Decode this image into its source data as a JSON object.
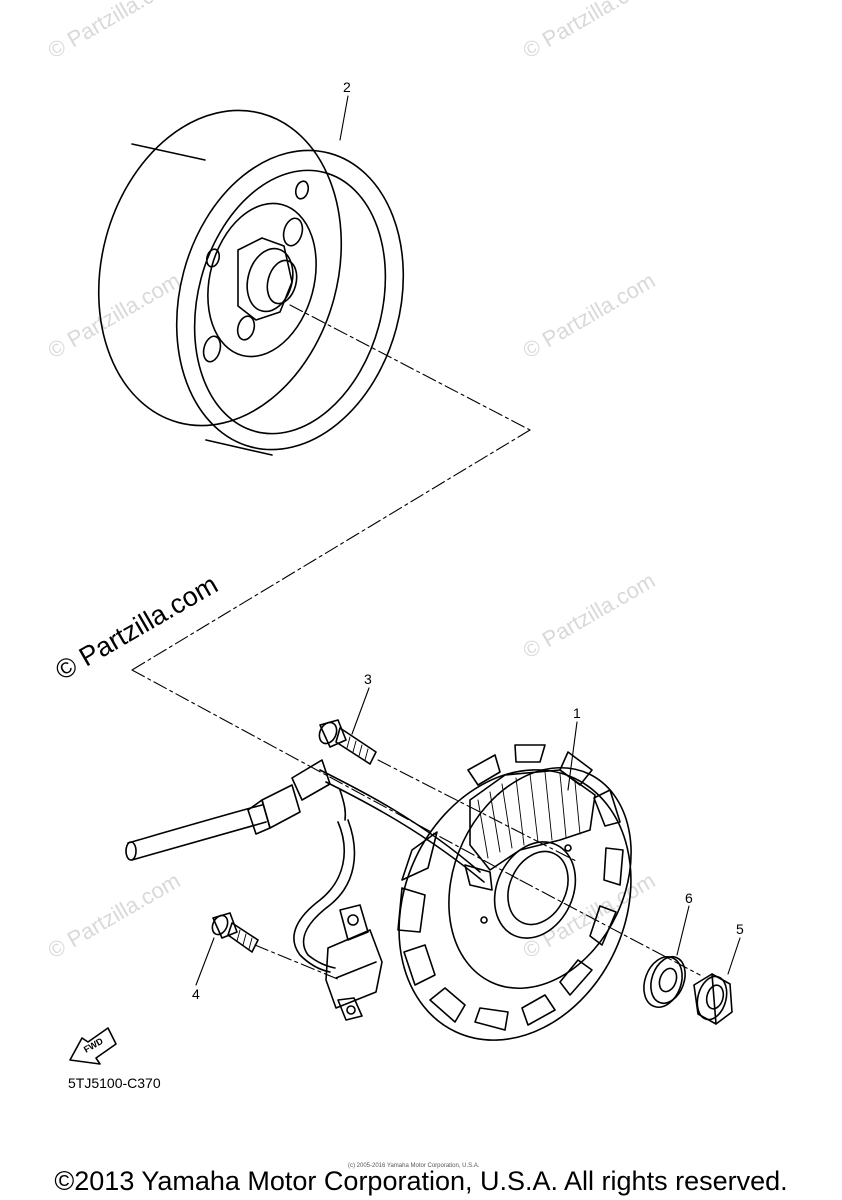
{
  "watermarks": {
    "text": "© Partzilla.com",
    "main_text": "© Partzilla.com"
  },
  "callouts": {
    "p1": "1",
    "p2": "2",
    "p3": "3",
    "p4": "4",
    "p5": "5",
    "p6": "6"
  },
  "fwd_label": "FWD",
  "diagram_code": "5TJ5100-C370",
  "fine_print": "(c) 2005-2016 Yamaha Motor Corporation, U.S.A.",
  "footer": "©2013 Yamaha Motor Corporation, U.S.A. All rights reserved."
}
